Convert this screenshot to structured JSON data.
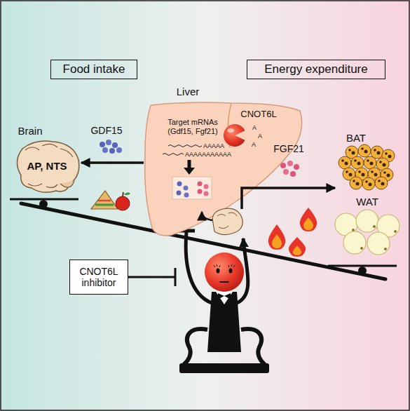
{
  "diagram": {
    "nodes": [
      {
        "text": [
          "Food intake"
        ]
      },
      {
        "text": [
          "Energy expenditure"
        ]
      },
      {
        "text": [
          "Liver",
          "Target mRNAs (Gdf15, Fgf21)"
        ]
      },
      {
        "text": [
          "CNOT6L"
        ],
        "in": 2
      },
      {
        "text": [
          "Brain",
          "AP, NTS"
        ]
      },
      {
        "text": [
          "BAT"
        ]
      },
      {
        "text": [
          "WAT"
        ]
      },
      {
        "text": [
          "CNOT6L inhibitor"
        ]
      }
    ],
    "edges": [
      {
        "from": 2,
        "to": 4,
        "arrow": "to",
        "label": "GDF15"
      },
      {
        "from": 2,
        "to": 5,
        "arrow": "to",
        "label": "FGF21"
      }
    ],
    "labels": [
      "AAAAA",
      "AAAAAAAAAAA",
      "A",
      "A",
      "A"
    ]
  }
}
